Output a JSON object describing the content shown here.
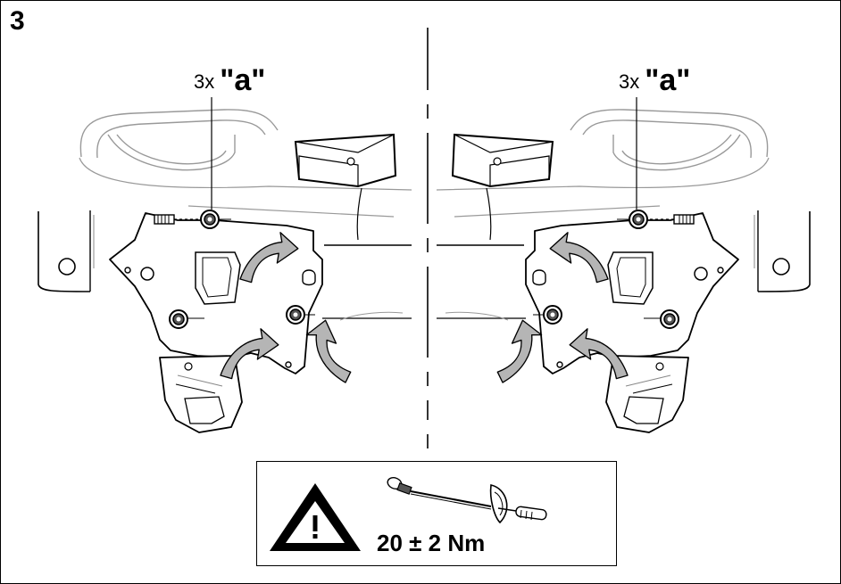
{
  "step": {
    "number": "3"
  },
  "callouts": {
    "left": {
      "quantity": "3x",
      "reference": "\"a\""
    },
    "right": {
      "quantity": "3x",
      "reference": "\"a\""
    }
  },
  "torque": {
    "value": "20 ± 2 Nm"
  },
  "icons": {
    "warning": "warning-triangle-icon",
    "wrench": "torque-wrench-icon",
    "rotation_arrow": "curved-arrow-icon",
    "nut": "nut-icon"
  },
  "colors": {
    "line": "#000000",
    "light_line": "#888888",
    "arrow_fill": "#b5b5b5",
    "background": "#ffffff"
  }
}
